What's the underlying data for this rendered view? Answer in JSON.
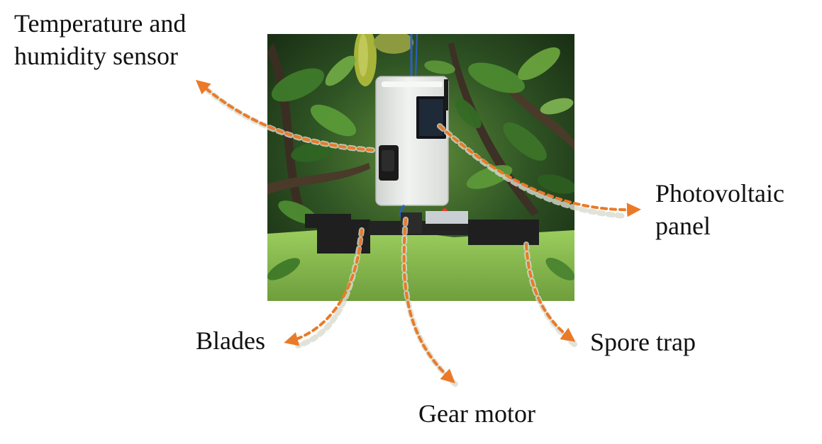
{
  "labels": {
    "temperature_sensor": [
      "Temperature and",
      "humidity sensor"
    ],
    "photovoltaic_panel": [
      "Photovoltaic",
      "panel"
    ],
    "blades": "Blades",
    "spore_trap": "Spore trap",
    "gear_motor": "Gear motor"
  },
  "colors": {
    "arrow": "#ea7a27",
    "arrow_shadow": "#d9dccf",
    "enclosure": "#e8eae7",
    "blade": "#1e1f1e",
    "foliage_dark": "#1f3a1a",
    "foliage_mid": "#3d6b2c",
    "foliage_light": "#8fbf55"
  },
  "photo": {
    "description_icon": "device-photo"
  }
}
